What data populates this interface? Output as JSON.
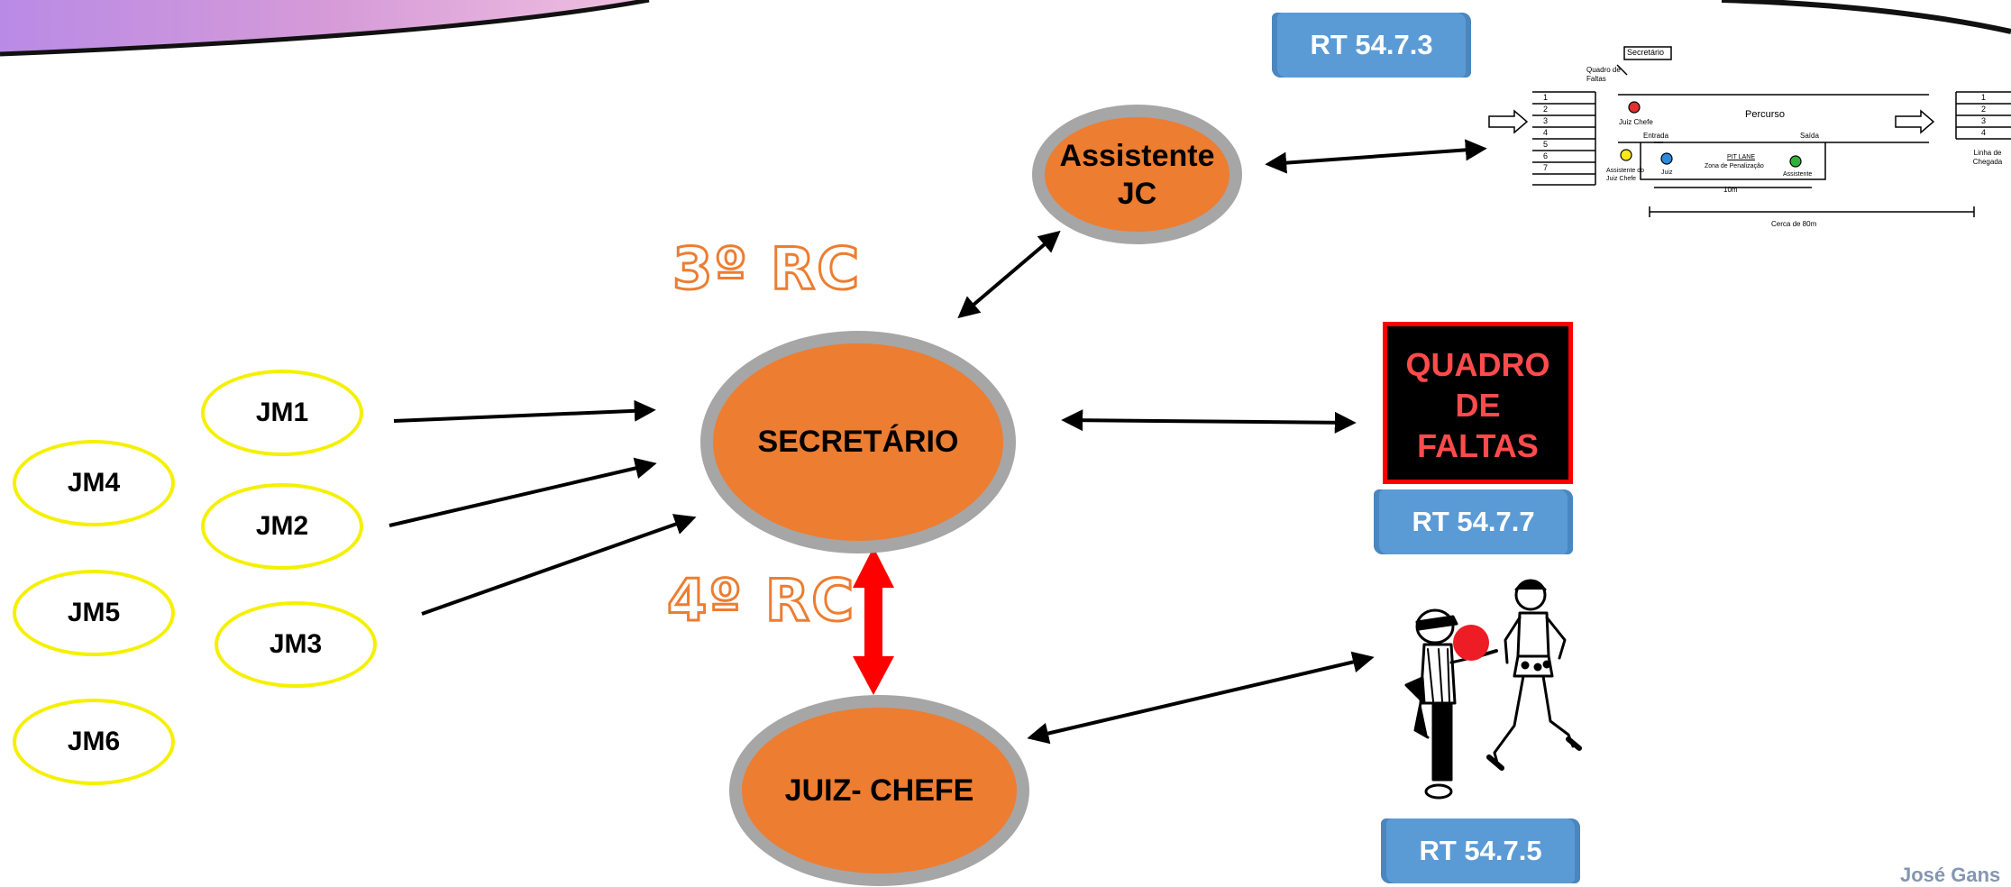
{
  "diagram": {
    "nodes": {
      "secretario": "SECRETÁRIO",
      "assistente_jc": "Assistente JC",
      "juiz_chefe": "JUIZ- CHEFE"
    },
    "jm": [
      "JM1",
      "JM2",
      "JM3",
      "JM4",
      "JM5",
      "JM6"
    ],
    "rc_labels": {
      "third": "3º RC",
      "fourth": "4º RC"
    },
    "rt_labels": {
      "rt_5473": "RT 54.7.3",
      "rt_5477": "RT 54.7.7",
      "rt_5475": "RT 54.7.5"
    },
    "quadro": {
      "line1": "QUADRO",
      "line2": "DE",
      "line3": "FALTAS"
    },
    "track": {
      "secretario": "Secretário",
      "quadro": "Quadro de Faltas",
      "juiz_chefe": "Juiz Chefe",
      "percurso": "Percurso",
      "entrada": "Entrada",
      "saida": "Saída",
      "pit_lane": "PIT LANE",
      "zona": "Zona de Penalização",
      "assistente_jc": "Assistente do Juiz Chefe",
      "juiz": "Juiz",
      "assistente": "Assistente",
      "ten_m": "10m",
      "cerca": "Cerca de 80m",
      "linha": "Linha de Chegada",
      "lanes_left": [
        "1",
        "2",
        "3",
        "4",
        "5",
        "6",
        "7"
      ],
      "lanes_right": [
        "1",
        "2",
        "3",
        "4"
      ]
    },
    "footer": "José Gans"
  },
  "colors": {
    "node": "#ed7d31",
    "ring": "#a6a6a6",
    "jm_border": "#f5f000",
    "scroll": "#5b9bd5",
    "red_arrow": "#ff0000"
  }
}
